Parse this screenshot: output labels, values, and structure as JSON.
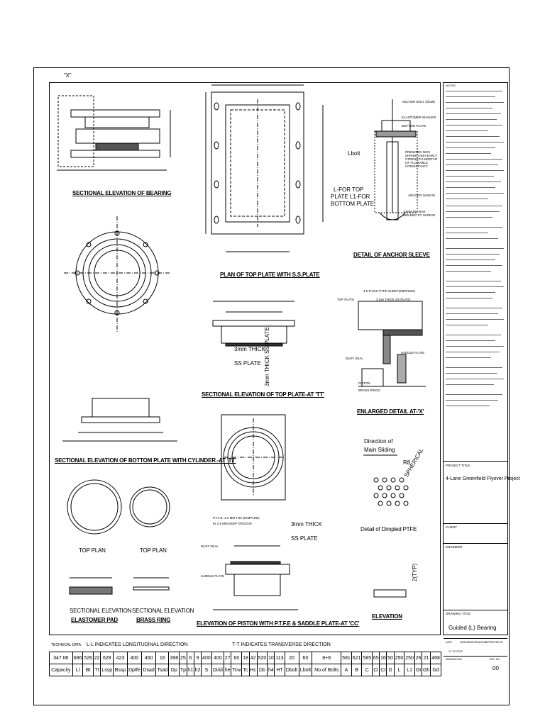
{
  "drawing": {
    "x_marker": "\"X\"",
    "labels": {
      "bearing_elev": "SECTIONAL ELEVATION OF BEARING",
      "top_plate_plan": "PLAN OF TOP PLATE WITH S.S.PLATE",
      "anchor_sleeve": "DETAIL OF ANCHOR SLEEVE",
      "top_plate_elev": "SECTIONAL ELEVATION OF TOP PLATE-AT 'TT'",
      "enlarged_x": "ENLARGED DETAIL AT-'X'",
      "bottom_plate_elev": "SECTIONAL ELEVATION OF BOTTOM PLATE WITH CYLINDER.-AT 'TT'",
      "dimpled_ptfe": "Detail of Dimpled PTFE",
      "top_plan_1": "TOP PLAN",
      "top_plan_2": "TOP PLAN",
      "elastomer_pad_1": "SECTIONAL ELEVATION",
      "elastomer_pad_2": "ELASTOMER PAD",
      "brass_ring_1": "SECTIONAL ELEVATION",
      "brass_ring_2": "BRASS RING",
      "piston_elev": "ELEVATION OF PISTON WITH P.T.F.E & SADDLE PLATE-AT 'CC'",
      "elevation": "ELEVATION"
    },
    "anchor": {
      "anchor_bolt": "ANCHOR BOLT (Dbolt)",
      "washer": "ELASTOMER WASHER",
      "bottom_plate": "BOTTOM PLATE",
      "lbolt": "Lbolt",
      "grout": "PREMIXED NON SHRINK HIGH EARLY STRENGTH MORTAR OF FLOWABLE CONSISTANCY",
      "sleeve": "ANCHOR SLEEVE",
      "bar": "10MM DIA BAR WELDED TO SLEEVE",
      "l_top": "L-FOR TOP",
      "l_top2": "PLATE L1-FOR",
      "l_top3": "BOTTOM PLATE"
    },
    "enlarged": {
      "ptfe": "4.5 THICK PTFE SHEET(DIMPLED)",
      "ss": "3 mm THICK SS PLATE",
      "top": "TOP PLATE",
      "saddle": "SADDLE PLATE",
      "dust": "DUST SEAL",
      "piston": "PISTON",
      "brass": "BRASS RINGS"
    },
    "top_plate": {
      "three_mm": "3mm THICK",
      "ss": "SS PLATE",
      "ss_vert": "3mm THICK SS PLATE"
    },
    "piston": {
      "ptfe": "P.T.F.E. 4.5 MM THK (DIMPLED)",
      "groove": "IN 2.5 MM DEEP GROOVE",
      "three_mm": "3mm THICK",
      "ss": "SS PLATE",
      "dust": "DUST SEAL",
      "saddle": "SADDLE PLATE"
    },
    "dimple": {
      "dir1": "Direction of",
      "dir2": "Main Sliding",
      "spherical": "SPHERICAL",
      "r8": "R8"
    },
    "elev_note": "2(TYP)"
  },
  "sidebar": {
    "notes": "NOTES",
    "project_title_label": "PROJECT TITLE",
    "project_title": "4-Lane Greenfield Flyover Project",
    "client": "CLIENT",
    "engineer": "ENGINEER",
    "drawing_title_label": "DRAWING TITLE",
    "drawing_title": "Guided (L) Bearing",
    "date_label": "DATE",
    "designed_label": "DESIGNED/DRAWN BY",
    "approved_label": "APPROVED BY",
    "date": "17.12.2022",
    "drawing_no_label": "DRAWING NO.",
    "rev_label": "REV. NO.",
    "rev": "00"
  },
  "technical_data": {
    "title": "TECHNICAL DATA",
    "ll": "L-L  INDICATES LONGITUDINAL DIRECTION",
    "tt": "T-T  INDICATES TRANSVERSE DIRECTION",
    "values": [
      "347 Mt",
      "686",
      "526",
      "22",
      "628",
      "423",
      "400",
      "460",
      "16",
      "398",
      "25",
      "6",
      "9",
      "400",
      "400",
      "27",
      "60",
      "18",
      "42",
      "520",
      "10",
      "113",
      "20",
      "60",
      "8+8",
      "591",
      "621",
      "585",
      "65",
      "16",
      "50",
      "250",
      "250",
      "26",
      "21",
      "468"
    ],
    "headers": [
      "Capacity",
      "Ll",
      "Bt",
      "Tt",
      "Lssp",
      "Bssp",
      "Dptfe",
      "Dsad",
      "Tsad",
      "Dp",
      "Tp",
      "h1",
      "h2",
      "S",
      "Di/di",
      "he",
      "Tcw",
      "Tc",
      "Hc",
      "Db",
      "h4",
      "HT",
      "Dbolt",
      "Lbolt",
      "No.of Bolts",
      "A",
      "B",
      "C",
      "Cl",
      "Ct",
      "D",
      "L",
      "L1",
      "Gt",
      "Gh",
      "Gd"
    ]
  }
}
